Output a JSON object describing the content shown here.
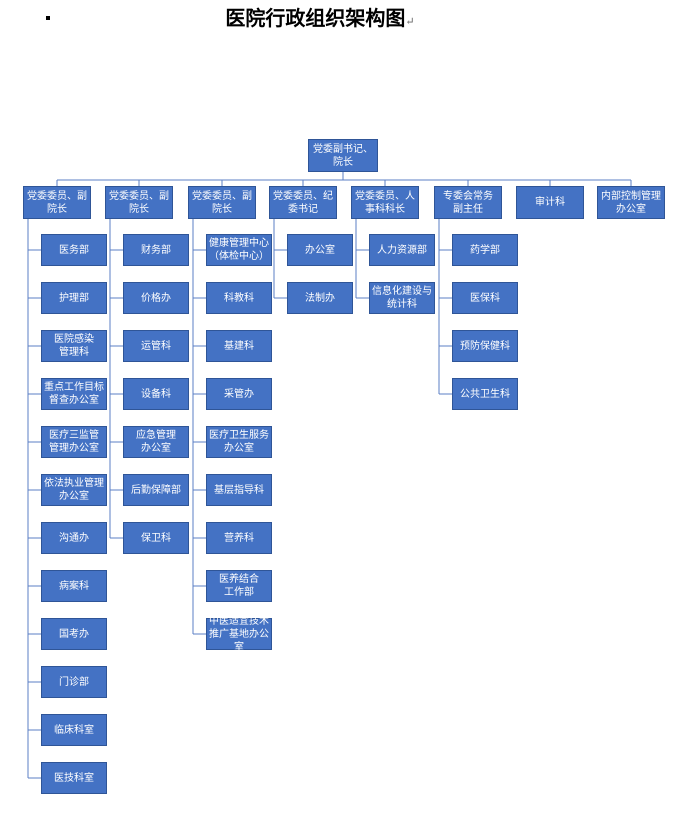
{
  "page": {
    "title": "医院行政组织架构图",
    "title_mark": "↵"
  },
  "org": {
    "root": "党委副书记、\n院长",
    "branches": [
      {
        "head": "党委委员、副\n院长",
        "units": [
          "医务部",
          "护理部",
          "医院感染\n管理科",
          "重点工作目标\n督查办公室",
          "医疗三监管\n管理办公室",
          "依法执业管理\n办公室",
          "沟通办",
          "病案科",
          "国考办",
          "门诊部",
          "临床科室",
          "医技科室"
        ]
      },
      {
        "head": "党委委员、副\n院长",
        "units": [
          "财务部",
          "价格办",
          "运管科",
          "设备科",
          "应急管理\n办公室",
          "后勤保障部",
          "保卫科"
        ]
      },
      {
        "head": "党委委员、副\n院长",
        "units": [
          "健康管理中心\n（体检中心）",
          "科教科",
          "基建科",
          "采管办",
          "医疗卫生服务\n办公室",
          "基层指导科",
          "营养科",
          "医养结合\n工作部",
          "中医适宜技术\n推广基地办公室"
        ]
      },
      {
        "head": "党委委员、纪\n委书记",
        "units": [
          "办公室",
          "法制办"
        ]
      },
      {
        "head": "党委委员、人\n事科科长",
        "units": [
          "人力资源部",
          "信息化建设与\n统计科"
        ]
      },
      {
        "head": "专委会常务\n副主任",
        "units": [
          "药学部",
          "医保科",
          "预防保健科",
          "公共卫生科"
        ]
      },
      {
        "head": "审计科",
        "units": []
      },
      {
        "head": "内部控制管理\n办公室",
        "units": []
      }
    ]
  },
  "colors": {
    "box_fill": "#4472c4",
    "box_border": "#2f5597",
    "box_text": "#ffffff",
    "connector": "#5b7fc4"
  }
}
